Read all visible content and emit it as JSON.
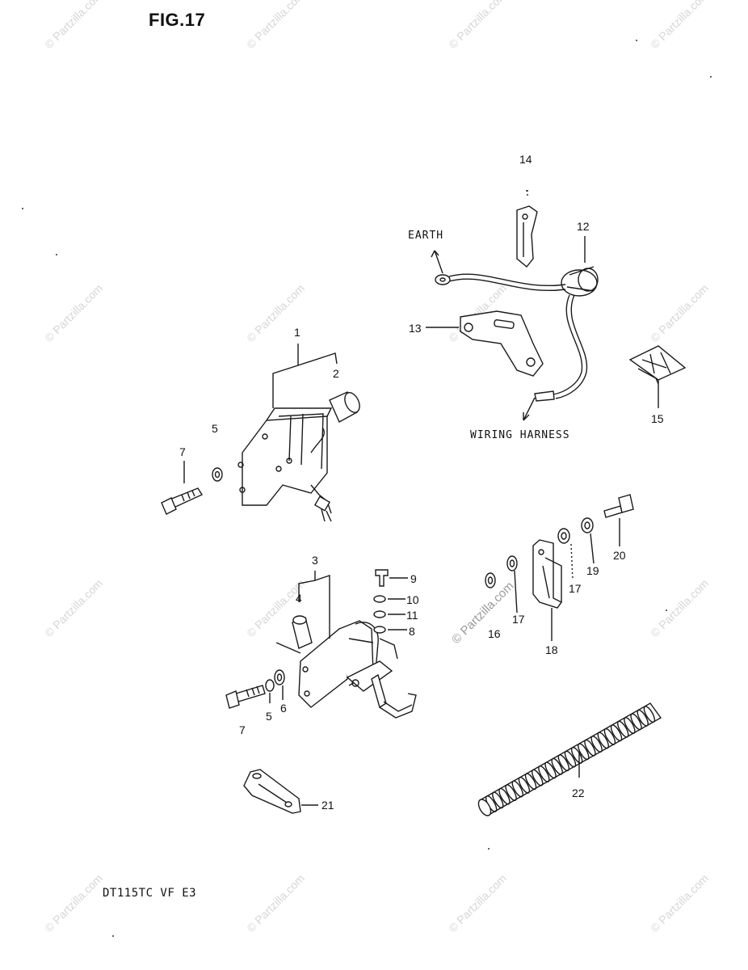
{
  "figure": {
    "title": "FIG.17",
    "model": "DT115TC VF E3"
  },
  "notes": {
    "earth": "EARTH",
    "wiring_harness": "WIRING HARNESS"
  },
  "callouts": [
    "1",
    "2",
    "3",
    "4",
    "5",
    "5",
    "6",
    "7",
    "7",
    "8",
    "9",
    "10",
    "11",
    "12",
    "13",
    "14",
    "15",
    "16",
    "17",
    "17",
    "18",
    "19",
    "20",
    "21",
    "22"
  ],
  "watermark": {
    "text": "© Partzilla.com"
  }
}
